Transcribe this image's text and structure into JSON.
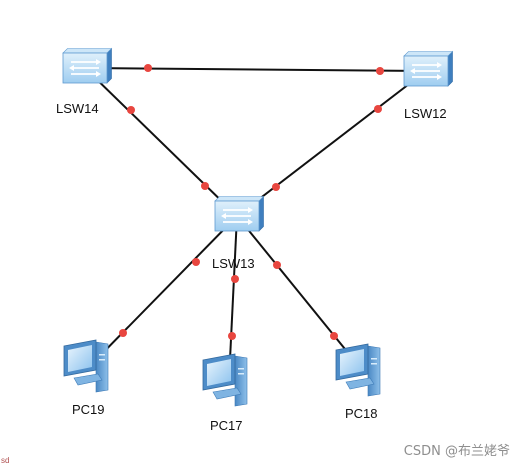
{
  "topology": {
    "switches": [
      {
        "id": "LSW14",
        "label": "LSW14"
      },
      {
        "id": "LSW12",
        "label": "LSW12"
      },
      {
        "id": "LSW13",
        "label": "LSW13"
      }
    ],
    "pcs": [
      {
        "id": "PC19",
        "label": "PC19"
      },
      {
        "id": "PC17",
        "label": "PC17"
      },
      {
        "id": "PC18",
        "label": "PC18"
      }
    ],
    "links": [
      {
        "from": "LSW14",
        "to": "LSW12"
      },
      {
        "from": "LSW14",
        "to": "LSW13"
      },
      {
        "from": "LSW12",
        "to": "LSW13"
      },
      {
        "from": "LSW13",
        "to": "PC19"
      },
      {
        "from": "LSW13",
        "to": "PC17"
      },
      {
        "from": "LSW13",
        "to": "PC18"
      }
    ],
    "colors": {
      "link": "#111111",
      "port_dot": "#e8463f",
      "switch_body": "#8fbfe8",
      "pc_body": "#6aa6dc"
    },
    "icons": {
      "switch": "network-switch-icon",
      "pc": "desktop-pc-icon"
    }
  },
  "watermark": "CSDN @布兰姥爷",
  "corner_text": "sd"
}
